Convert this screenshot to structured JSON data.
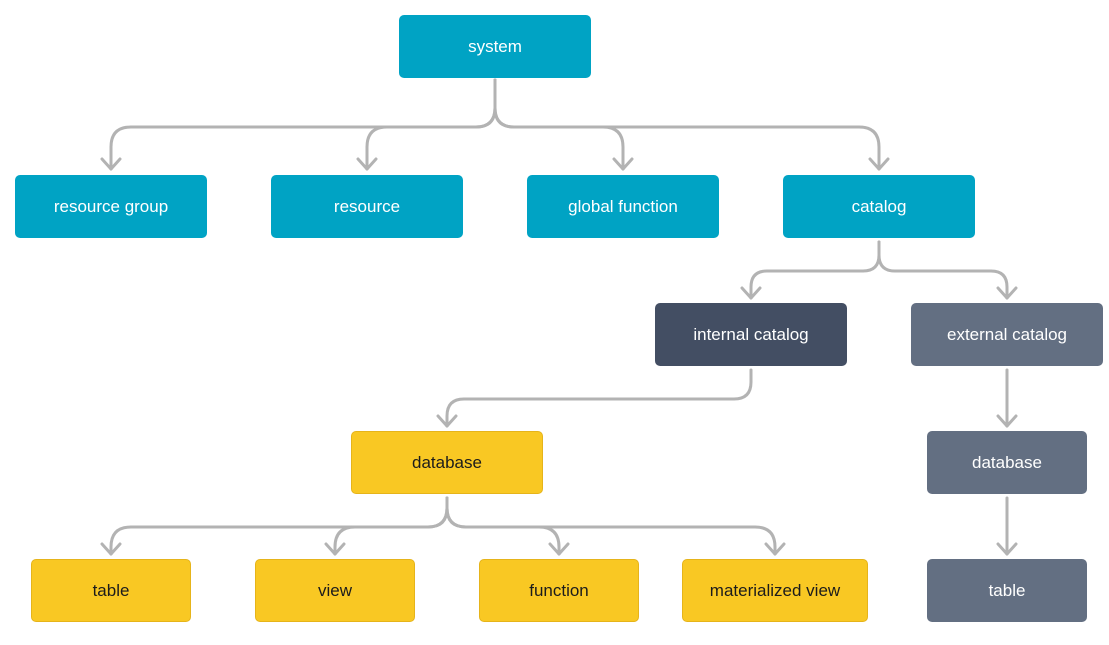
{
  "colors": {
    "teal": "#00a3c4",
    "dark_slate": "#434e63",
    "slate": "#636f82",
    "yellow": "#f9c823",
    "connector": "#b3b3b3"
  },
  "nodes": {
    "system": "system",
    "resource_group": "resource group",
    "resource": "resource",
    "global_function": "global function",
    "catalog": "catalog",
    "internal_catalog": "internal catalog",
    "external_catalog": "external catalog",
    "database": "database",
    "external_database": "database",
    "table": "table",
    "view": "view",
    "function": "function",
    "materialized_view": "materialized view",
    "external_table": "table"
  },
  "edges": [
    [
      "system",
      "resource_group"
    ],
    [
      "system",
      "resource"
    ],
    [
      "system",
      "global_function"
    ],
    [
      "system",
      "catalog"
    ],
    [
      "catalog",
      "internal_catalog"
    ],
    [
      "catalog",
      "external_catalog"
    ],
    [
      "internal_catalog",
      "database"
    ],
    [
      "external_catalog",
      "external_database"
    ],
    [
      "database",
      "table"
    ],
    [
      "database",
      "view"
    ],
    [
      "database",
      "function"
    ],
    [
      "database",
      "materialized_view"
    ],
    [
      "external_database",
      "external_table"
    ]
  ]
}
